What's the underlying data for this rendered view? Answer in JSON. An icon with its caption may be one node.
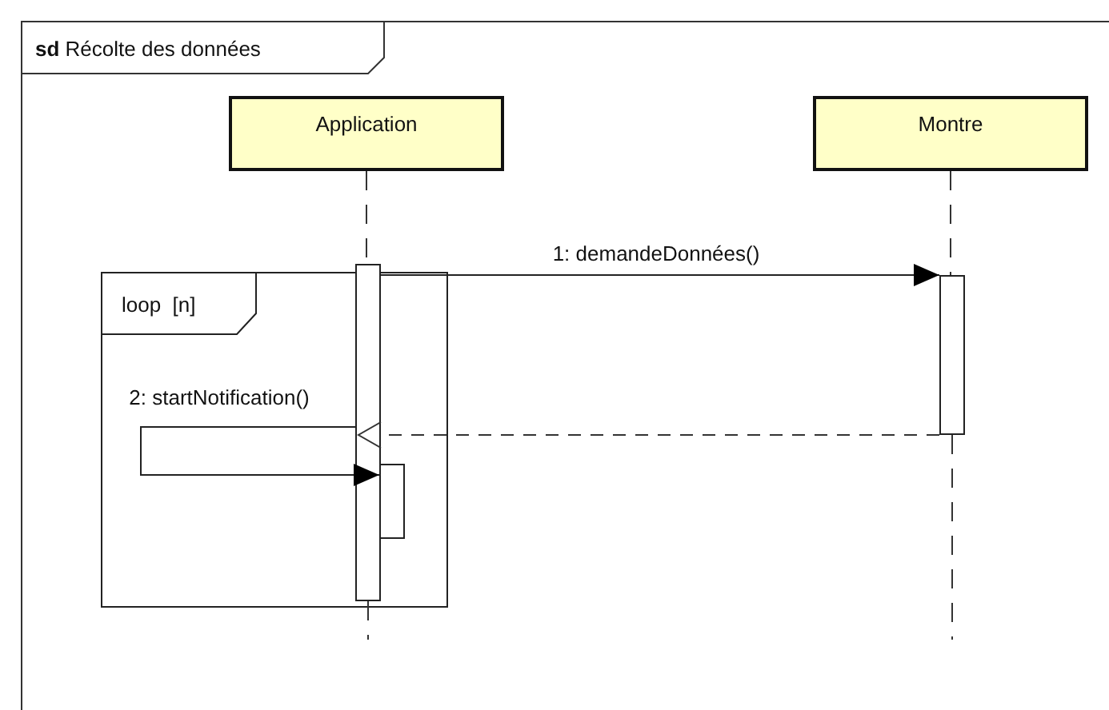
{
  "diagram": {
    "nodes": [
      {
        "text": [
          "**sd** Récolte des données"
        ]
      },
      {
        "text": [
          "Application"
        ],
        "in": 0
      },
      {
        "text": [
          "Montre"
        ],
        "in": 0
      },
      {
        "text": [],
        "shape": "bar",
        "in": 5
      },
      {
        "text": [],
        "shape": "bar",
        "in": 0
      },
      {
        "text": [
          "loop  [n]"
        ],
        "in": 0
      },
      {
        "text": [],
        "shape": "bar",
        "in": 5
      }
    ],
    "edges": [
      {
        "from": 1,
        "to": 3,
        "arrow": "none",
        "style": "dashed"
      },
      {
        "from": 2,
        "to": 4,
        "arrow": "none",
        "style": "dashed"
      },
      {
        "from": 3,
        "to": 4,
        "arrow": "to",
        "label": "1: demandeDonnées()"
      },
      {
        "from": 4,
        "to": 3,
        "arrow": "to",
        "style": "dashed"
      },
      {
        "from": 3,
        "to": 6,
        "arrow": "to",
        "label": "2: startNotification()"
      },
      {
        "from": 3,
        "to": null,
        "arrow": "none",
        "style": "dashed"
      },
      {
        "from": 4,
        "to": null,
        "arrow": "none",
        "style": "dashed"
      }
    ]
  }
}
